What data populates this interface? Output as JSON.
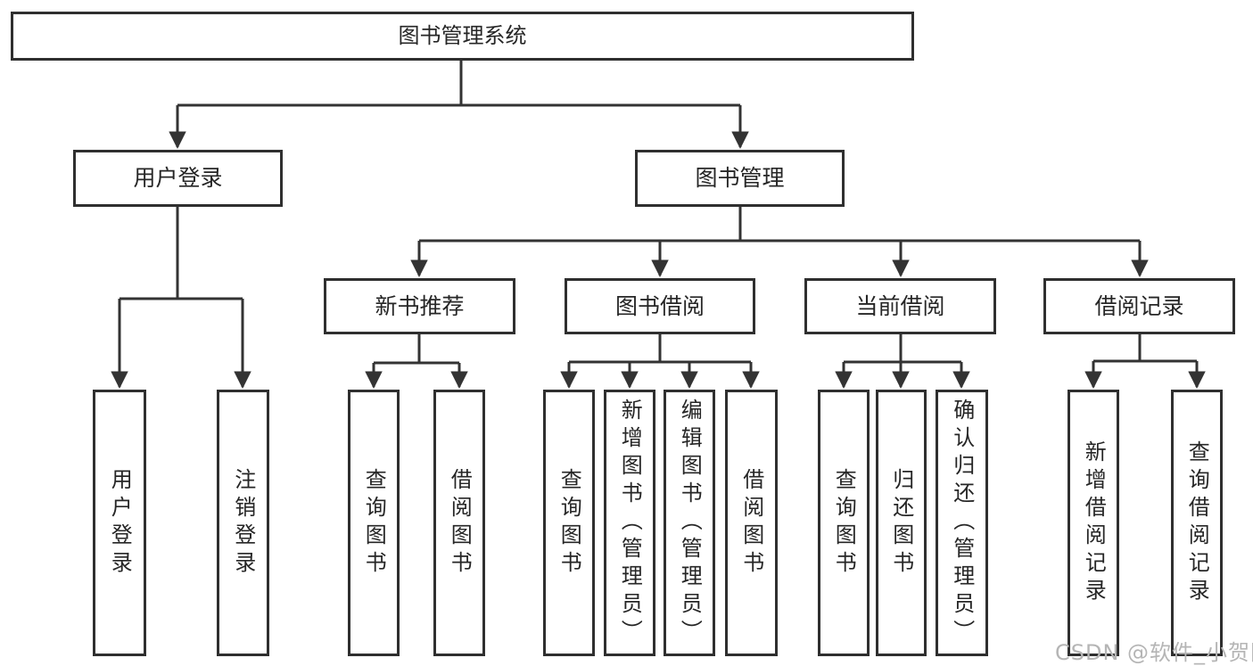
{
  "colors": {
    "background": "#ffffff",
    "line": "#333333",
    "box_border": "#2f2f2f",
    "text": "#262626",
    "watermark": "#b5b5b5"
  },
  "tree": {
    "root": {
      "label": "图书管理系统"
    },
    "level2": [
      {
        "label": "用户登录"
      },
      {
        "label": "图书管理"
      }
    ],
    "level3": [
      {
        "label": "新书推荐",
        "parent": "图书管理"
      },
      {
        "label": "图书借阅",
        "parent": "图书管理"
      },
      {
        "label": "当前借阅",
        "parent": "图书管理"
      },
      {
        "label": "借阅记录",
        "parent": "图书管理"
      }
    ],
    "leaves": [
      {
        "label": "用户登录",
        "parent": "用户登录"
      },
      {
        "label": "注销登录",
        "parent": "用户登录"
      },
      {
        "label": "查询图书",
        "parent": "新书推荐"
      },
      {
        "label": "借阅图书",
        "parent": "新书推荐"
      },
      {
        "label": "查询图书",
        "parent": "图书借阅"
      },
      {
        "label": "新增图书（管理员）",
        "parent": "图书借阅"
      },
      {
        "label": "编辑图书（管理员）",
        "parent": "图书借阅"
      },
      {
        "label": "借阅图书",
        "parent": "图书借阅"
      },
      {
        "label": "查询图书",
        "parent": "当前借阅"
      },
      {
        "label": "归还图书",
        "parent": "当前借阅"
      },
      {
        "label": "确认归还（管理员）",
        "parent": "当前借阅"
      },
      {
        "label": "新增借阅记录",
        "parent": "借阅记录"
      },
      {
        "label": "查询借阅记录",
        "parent": "借阅记录"
      }
    ]
  },
  "watermark": {
    "text": "CSDN @软件_小贺同学"
  }
}
